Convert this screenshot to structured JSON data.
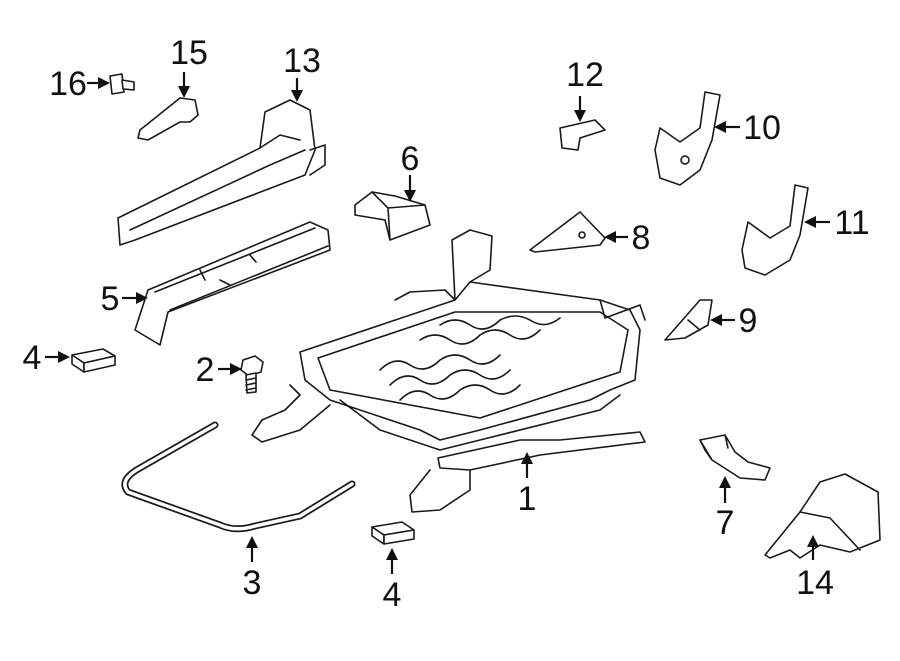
{
  "diagram": {
    "labels": {
      "p1": "1",
      "p2": "2",
      "p3": "3",
      "p4a": "4",
      "p4b": "4",
      "p5": "5",
      "p6": "6",
      "p7": "7",
      "p8": "8",
      "p9": "9",
      "p10": "10",
      "p11": "11",
      "p12": "12",
      "p13": "13",
      "p14": "14",
      "p15": "15",
      "p16": "16"
    }
  }
}
